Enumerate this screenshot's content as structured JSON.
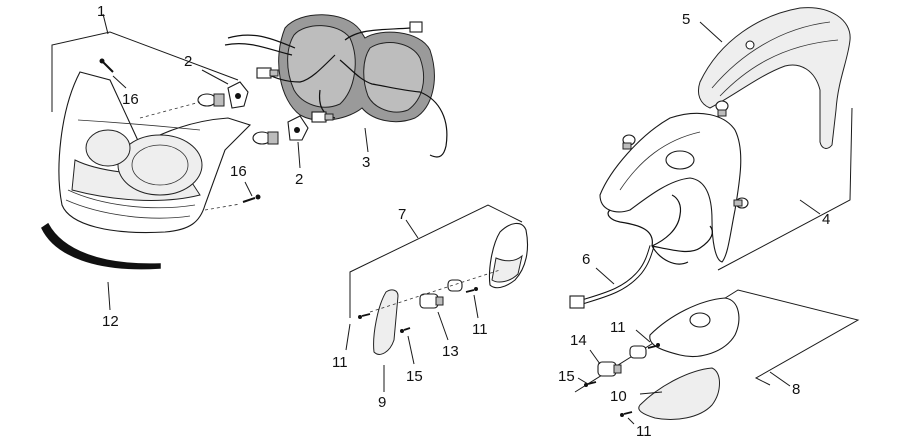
{
  "callouts": [
    {
      "id": "c1",
      "text": "1"
    },
    {
      "id": "c2a",
      "text": "2"
    },
    {
      "id": "c2b",
      "text": "2"
    },
    {
      "id": "c3",
      "text": "3"
    },
    {
      "id": "c4",
      "text": "4"
    },
    {
      "id": "c5",
      "text": "5"
    },
    {
      "id": "c6",
      "text": "6"
    },
    {
      "id": "c7",
      "text": "7"
    },
    {
      "id": "c8",
      "text": "8"
    },
    {
      "id": "c9",
      "text": "9"
    },
    {
      "id": "c10",
      "text": "10"
    },
    {
      "id": "c11a",
      "text": "11"
    },
    {
      "id": "c11b",
      "text": "11"
    },
    {
      "id": "c11c",
      "text": "11"
    },
    {
      "id": "c11d",
      "text": "11"
    },
    {
      "id": "c12",
      "text": "12"
    },
    {
      "id": "c13",
      "text": "13"
    },
    {
      "id": "c14",
      "text": "14"
    },
    {
      "id": "c15a",
      "text": "15"
    },
    {
      "id": "c15b",
      "text": "15"
    },
    {
      "id": "c16a",
      "text": "16"
    },
    {
      "id": "c16b",
      "text": "16"
    }
  ]
}
